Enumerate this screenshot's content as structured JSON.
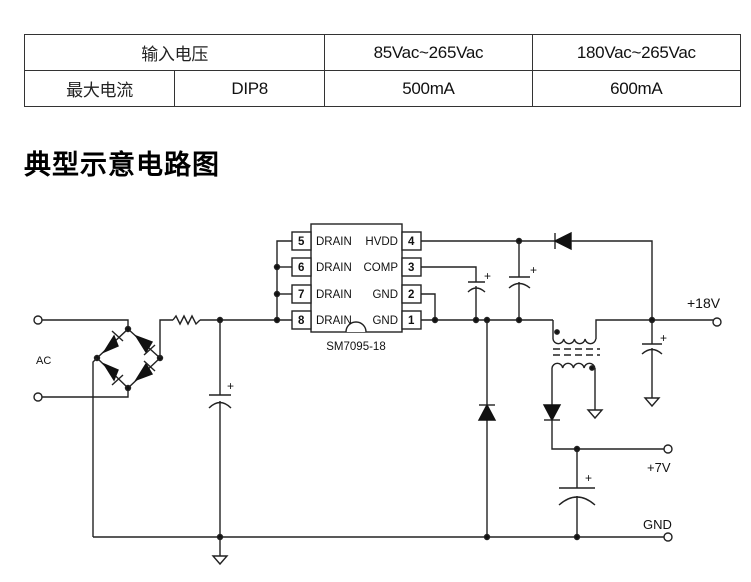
{
  "spec_table": {
    "row1": {
      "label": "输入电压",
      "values": [
        "85Vac~265Vac",
        "180Vac~265Vac"
      ]
    },
    "row2": {
      "label": "最大电流",
      "package": "DIP8",
      "values": [
        "500mA",
        "600mA"
      ]
    }
  },
  "section_title": "典型示意电路图",
  "schematic": {
    "ic": {
      "part_number": "SM7095-18",
      "left_pins": [
        {
          "number": "5",
          "name": "DRAIN"
        },
        {
          "number": "6",
          "name": "DRAIN"
        },
        {
          "number": "7",
          "name": "DRAIN"
        },
        {
          "number": "8",
          "name": "DRAIN"
        }
      ],
      "right_pins": [
        {
          "number": "4",
          "name": "HVDD"
        },
        {
          "number": "3",
          "name": "COMP"
        },
        {
          "number": "2",
          "name": "GND"
        },
        {
          "number": "1",
          "name": "GND"
        }
      ]
    },
    "labels": {
      "ac_input": "AC",
      "out_18v": "+18V",
      "out_7v": "+7V",
      "gnd": "GND",
      "cap_polarity": "+"
    }
  }
}
